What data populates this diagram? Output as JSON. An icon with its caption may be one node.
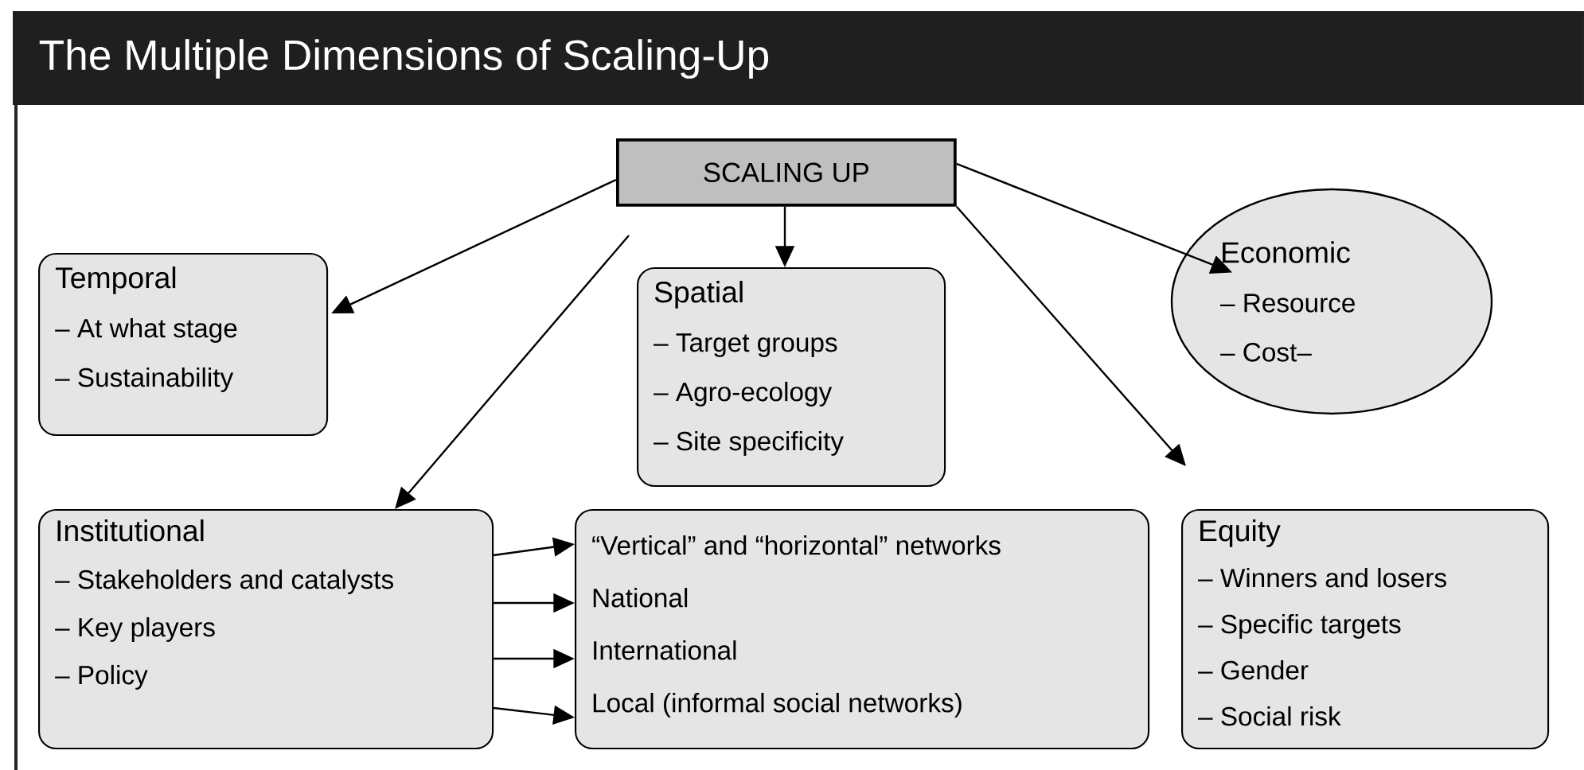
{
  "diagram": {
    "title": "The Multiple Dimensions of Scaling-Up",
    "nodes": [
      {
        "text": [
          "SCALING UP"
        ]
      },
      {
        "text": [
          "Temporal",
          "– At what stage",
          "– Sustainability"
        ]
      },
      {
        "text": [
          "Spatial",
          "– Target groups",
          "– Agro-ecology",
          "– Site specificity"
        ]
      },
      {
        "text": [
          "Economic",
          "– Resource",
          "– Cost–"
        ]
      },
      {
        "text": [
          "Institutional",
          "– Stakeholders and catalysts",
          "– Key players",
          "– Policy"
        ]
      },
      {
        "text": [
          "“Vertical” and “horizontal” networks",
          "National",
          "International",
          "Local (informal social networks)"
        ]
      },
      {
        "text": [
          "Equity",
          "– Winners and losers",
          "– Specific targets",
          "– Gender",
          "– Social risk"
        ]
      }
    ],
    "edges": [
      {
        "from": 0,
        "to": 1,
        "arrow": "to"
      },
      {
        "from": 0,
        "to": 4,
        "arrow": "to"
      },
      {
        "from": 0,
        "to": 2,
        "arrow": "to"
      },
      {
        "from": 0,
        "to": 3,
        "arrow": "to"
      },
      {
        "from": 0,
        "to": 6,
        "arrow": "to"
      },
      {
        "from": 4,
        "to": 5,
        "arrow": "to"
      },
      {
        "from": 4,
        "to": 5,
        "arrow": "to"
      },
      {
        "from": 4,
        "to": 5,
        "arrow": "to"
      },
      {
        "from": 4,
        "to": 5,
        "arrow": "to"
      }
    ]
  }
}
